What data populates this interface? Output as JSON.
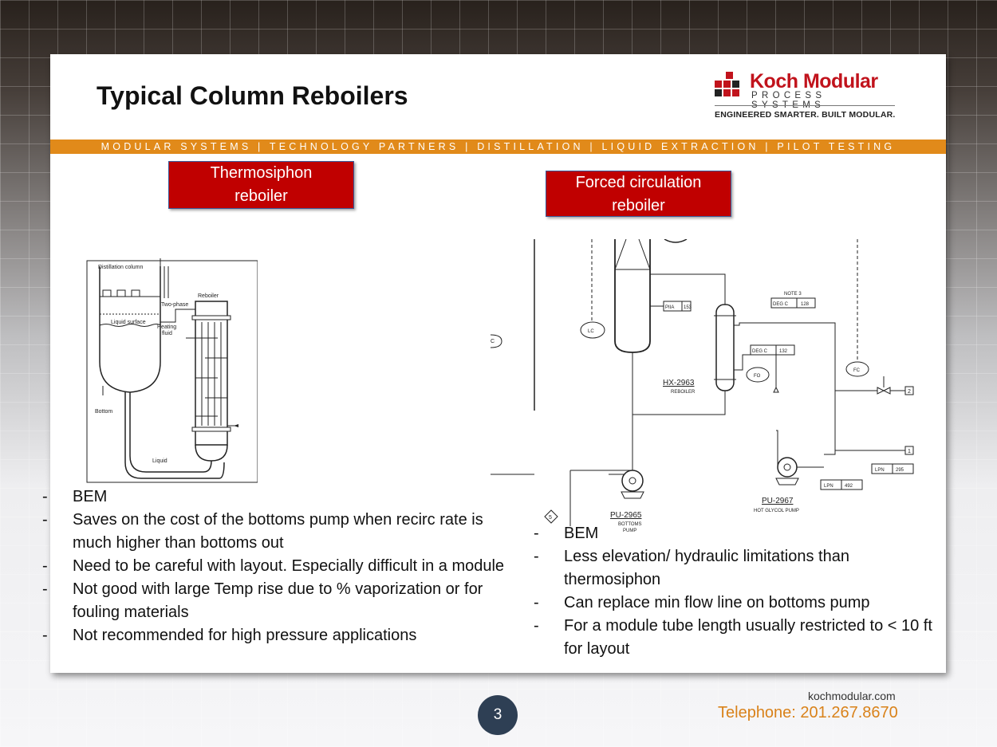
{
  "slide": {
    "title": "Typical Column Reboilers",
    "band_text": "MODULAR SYSTEMS | TECHNOLOGY PARTNERS | DISTILLATION | LIQUID EXTRACTION | PILOT TESTING",
    "logo": {
      "name": "Koch Modular",
      "subtitle": "PROCESS SYSTEMS",
      "tagline": "ENGINEERED SMARTER. BUILT MODULAR."
    },
    "left": {
      "box_line1": "Thermosiphon",
      "box_line2": "reboiler",
      "diagram_labels": {
        "column": "Distillation column",
        "reboiler": "Reboiler",
        "two_phase": "Two-phase",
        "liquid_surface": "Liquid surface",
        "heating_fluid_1": "Heating",
        "heating_fluid_2": "fluid",
        "bottom": "Bottom",
        "liquid": "Liquid"
      },
      "bullets": [
        "BEM",
        "Saves on the cost of the bottoms pump when recirc rate is much higher than bottoms out",
        "Need to be careful with layout.  Especially difficult in a module",
        "Not good with large Temp rise due to % vaporization or for fouling materials",
        "Not recommended for high pressure applications"
      ]
    },
    "right": {
      "box_line1": "Forced circulation",
      "box_line2": "reboiler",
      "diagram_labels": {
        "note": "NOTE 3",
        "degc_128": "DEG C",
        "v128": "128",
        "piia": "PIIA",
        "v153": "153",
        "lc": "LC",
        "fc": "FC",
        "degc_132": "DEG C",
        "v132": "132",
        "fo": "FO",
        "hx": "HX-2963",
        "hx_sub": "REBOILER",
        "lpn1": "LPN",
        "v295": "295",
        "lpn2": "LPN",
        "v492": "492",
        "pu2967": "PU-2967",
        "pu2967_sub": "HOT GLYCOL PUMP",
        "pu2965": "PU-2965",
        "pu2965_sub1": "BOTTOMS",
        "pu2965_sub2": "PUMP",
        "n5": "5",
        "n2": "2",
        "n1": "1",
        "c": "C"
      },
      "bullets": [
        "BEM",
        "Less elevation/ hydraulic limitations than thermosiphon",
        "Can replace min flow line on bottoms pump",
        "For a module tube length usually restricted to < 10 ft for layout"
      ]
    },
    "bullet_marker": "-"
  },
  "footer": {
    "url": "kochmodular.com",
    "telephone": "Telephone: 201.267.8670",
    "page_number": "3"
  },
  "colors": {
    "brand_red": "#c1131c",
    "box_red": "#c00000",
    "band_orange": "#e18a1a",
    "page_badge": "#2e3f54"
  }
}
